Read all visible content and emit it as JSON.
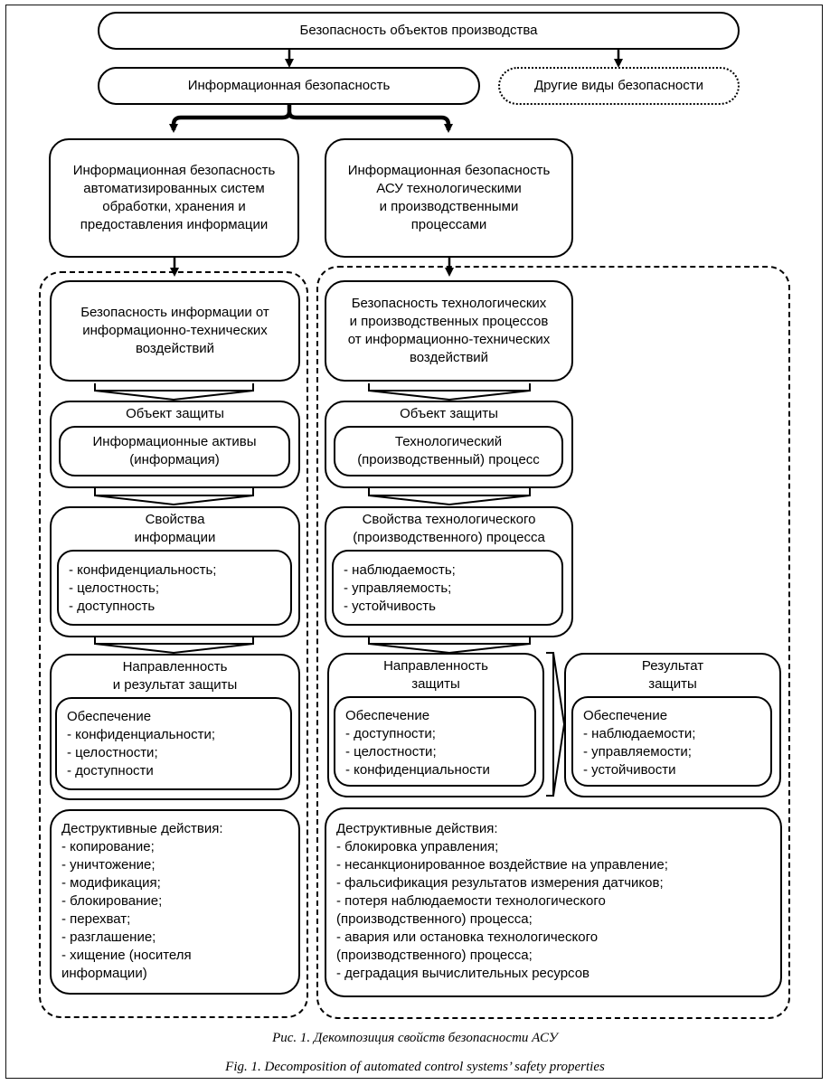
{
  "top": {
    "title": "Безопасность объектов производства"
  },
  "info_security": {
    "label": "Информационная безопасность"
  },
  "other": {
    "label": "Другие виды безопасности"
  },
  "left": {
    "title_lines": [
      "Информационная безопасность",
      "автоматизированных систем",
      "обработки, хранения и",
      "предоставления информации"
    ],
    "security_lines": [
      "Безопасность информации от",
      "информационно-технических",
      "воздействий"
    ],
    "object_header": "Объект защиты",
    "object_inner_lines": [
      "Информационные активы",
      "(информация)"
    ],
    "properties_header_lines": [
      "Свойства",
      "информации"
    ],
    "properties_items": [
      "- конфиденциальность;",
      "- целостность;",
      "- доступность"
    ],
    "direction_header_lines": [
      "Направленность",
      "и результат защиты"
    ],
    "direction_items": [
      "Обеспечение",
      "- конфиденциальности;",
      "- целостности;",
      "- доступности"
    ],
    "destructive_lines": [
      "Деструктивные действия:",
      "- копирование;",
      "- уничтожение;",
      "- модификация;",
      "- блокирование;",
      "- перехват;",
      "- разглашение;",
      "- хищение (носителя",
      "информации)"
    ]
  },
  "right": {
    "title_lines": [
      "Информационная безопасность",
      "АСУ технологическими",
      "и производственными",
      "процессами"
    ],
    "security_lines": [
      "Безопасность технологических",
      "и производственных процессов",
      "от информационно-технических",
      "воздействий"
    ],
    "object_header": "Объект защиты",
    "object_inner_lines": [
      "Технологический",
      "(производственный) процесс"
    ],
    "properties_header_lines": [
      "Свойства технологического",
      "(производственного) процесса"
    ],
    "properties_items": [
      "- наблюдаемость;",
      "- управляемость;",
      "- устойчивость"
    ],
    "direction_header_lines": [
      "Направленность",
      "защиты"
    ],
    "direction_items": [
      "Обеспечение",
      "- доступности;",
      "- целостности;",
      "- конфиденциальности"
    ],
    "result_header_lines": [
      "Результат",
      "защиты"
    ],
    "result_items": [
      "Обеспечение",
      "- наблюдаемости;",
      "- управляемости;",
      "- устойчивости"
    ],
    "destructive_lines": [
      "Деструктивные действия:",
      "- блокировка управления;",
      "- несанкционированное воздействие на управление;",
      "- фальсификация результатов измерения датчиков;",
      "- потеря наблюдаемости технологического",
      "(производственного) процесса;",
      "- авария или остановка технологического",
      "(производственного) процесса;",
      "- деградация вычислительных ресурсов"
    ]
  },
  "captions": {
    "ru": "Рис. 1. Декомпозиция свойств безопасности АСУ",
    "en": "Fig. 1. Decomposition of automated control systems’ safety properties"
  }
}
